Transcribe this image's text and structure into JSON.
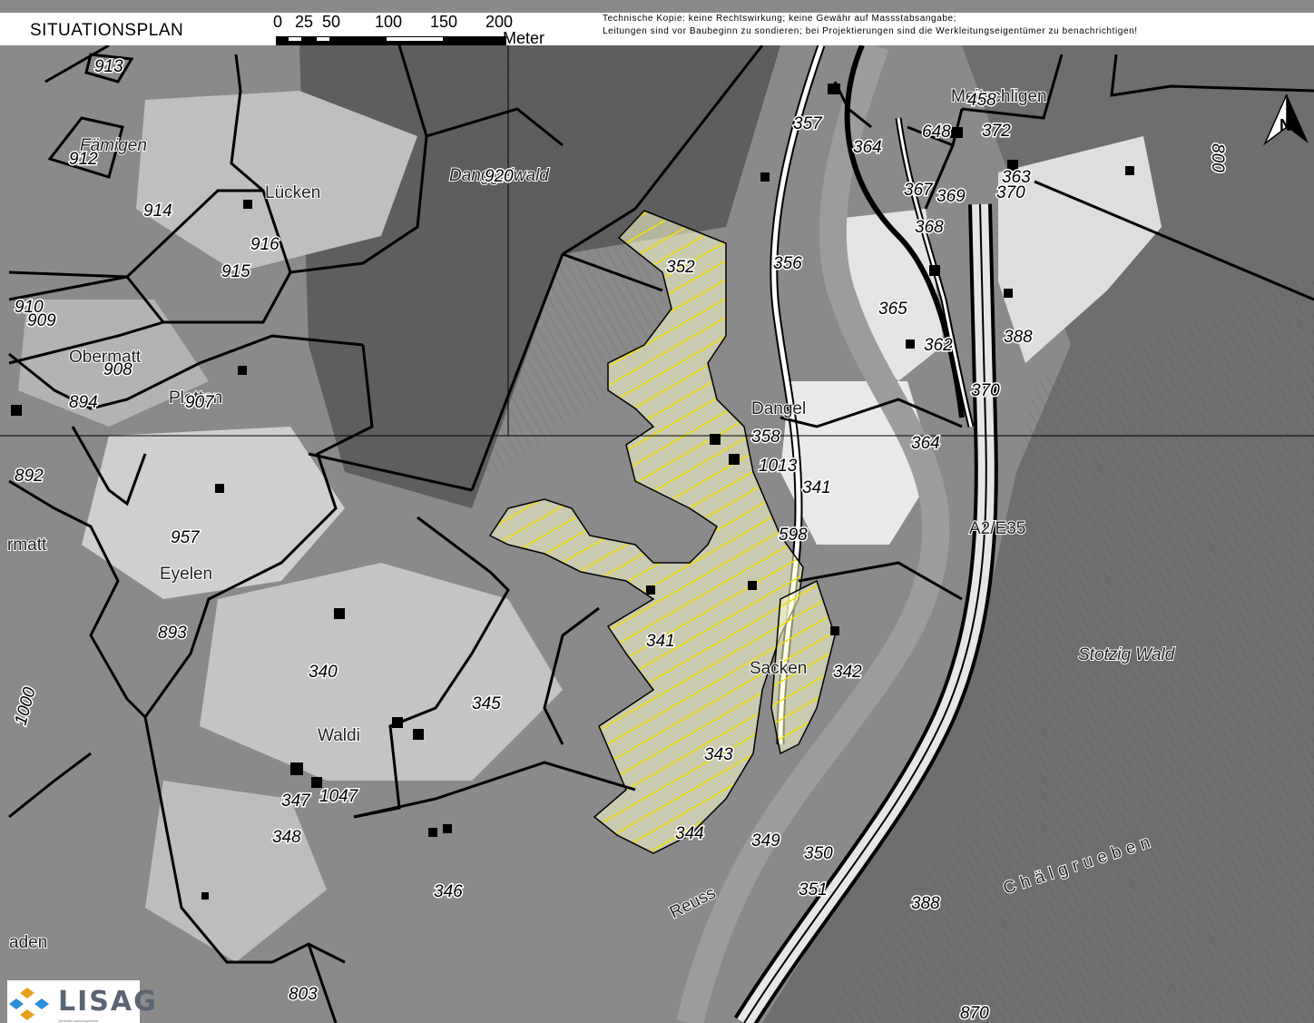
{
  "header": {
    "title": "SITUATIONSPLAN",
    "scale_ticks": [
      "0",
      "25",
      "50",
      "100",
      "150",
      "200"
    ],
    "scale_unit": "Meter",
    "disclaimer_line1": "Technische Kopie: keine Rechtswirkung; keine Gewähr auf Massstabsangabe;",
    "disclaimer_line2": "Leitungen sind vor Baubeginn zu sondieren; bei Projektierungen sind die Werkleitungseigentümer zu benachrichtigen!"
  },
  "logo": {
    "text": "LISAG",
    "subtitle": "Geoinformationssysteme"
  },
  "north_arrow": {
    "letter": "N",
    "icon": "north-arrow-icon"
  },
  "colors": {
    "highlight": "#f2e400",
    "highlight_fill": "#ffffcc",
    "parcel_line": "#000000"
  },
  "place_names": [
    "Fämigen",
    "Lücken",
    "Danggelwald",
    "Obermatt",
    "Plotten",
    "rmatt",
    "Eyelen",
    "Waldi",
    "Dangel",
    "Sacken",
    "Reuss",
    "Stotzig Wald",
    "Chälgrueben",
    "aden",
    "Meitschligen",
    "A2/E35"
  ],
  "parcels": [
    "913",
    "912",
    "914",
    "916",
    "915",
    "910",
    "909",
    "908",
    "894",
    "907",
    "892",
    "957",
    "893",
    "340",
    "345",
    "347",
    "1047",
    "348",
    "346",
    "803",
    "920",
    "352",
    "356",
    "357",
    "364",
    "648",
    "458",
    "372",
    "363",
    "367",
    "369",
    "370",
    "368",
    "365",
    "362",
    "388",
    "370",
    "358",
    "1013",
    "341",
    "598",
    "364",
    "341",
    "342",
    "343",
    "344",
    "349",
    "350",
    "351",
    "388",
    "870",
    "800",
    "1000"
  ]
}
